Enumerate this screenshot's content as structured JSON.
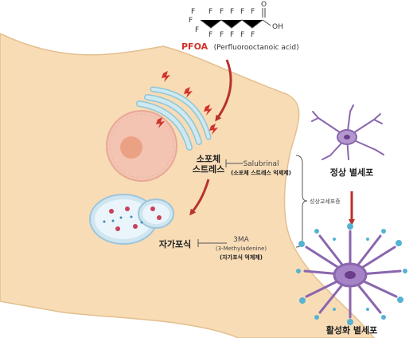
{
  "molecule": {
    "f_atom": "F",
    "o_atom": "O",
    "oh_group": "OH"
  },
  "pfoa": {
    "abbr": "PFOA",
    "full_name": "(Perfluorooctanoic acid)",
    "accent_color": "#d0342c"
  },
  "labels": {
    "er_stress_line1": "소포체",
    "er_stress_line2": "스트레스",
    "autophagy": "자가포식",
    "crosstalk": "성상교세포증",
    "normal_astrocyte": "정상 별세포",
    "activated_astrocyte": "활성화 별세포"
  },
  "inhibitors": {
    "salubrinal": {
      "name": "Salubrinal",
      "role": "(소포체 스트레스 억제제)"
    },
    "ma3": {
      "name": "3MA",
      "chemical": "(3-Methyladenine)",
      "role": "(자가포식 억제제)"
    }
  },
  "colors": {
    "cell_body": "#f8dcb6",
    "cell_outline": "#e3bf8f",
    "nucleus": "#f5c1ae",
    "nucleolus": "#eba184",
    "er": "#bfe1ea",
    "lightning": "#d0342c",
    "arrow": "#b8322a",
    "astrocyte": "#8a66ae",
    "astrocyte_nucleus": "#6b3d8c",
    "dots": "#55b3d3"
  }
}
